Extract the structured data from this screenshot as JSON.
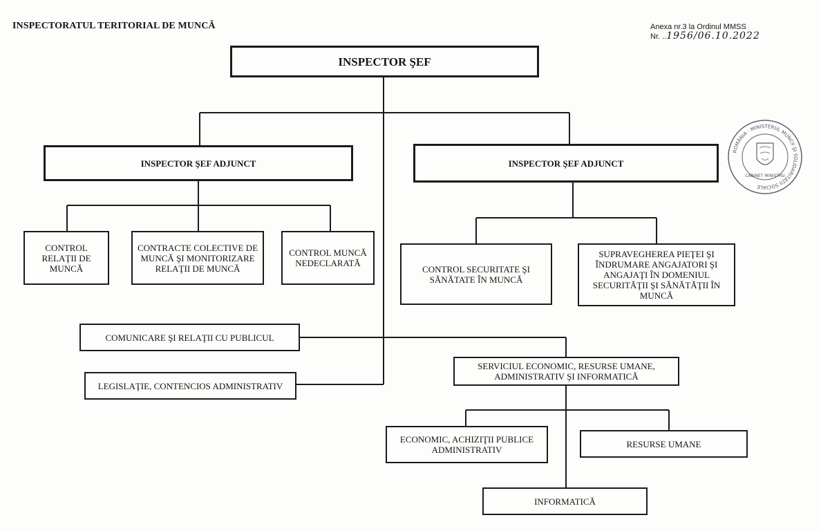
{
  "header": {
    "institution": "INSPECTORATUL TERITORIAL DE MUNCĂ",
    "annex_line": "Anexa nr.3 la Ordinul MMSS",
    "number_prefix": "Nr. ..",
    "number_handwritten": "1956/06.10.2022"
  },
  "org": {
    "chief": "INSPECTOR ŞEF",
    "deputy_left": "INSPECTOR ŞEF ADJUNCT",
    "deputy_right": "INSPECTOR ŞEF ADJUNCT",
    "control_relatii": "CONTROL RELAŢII DE MUNCĂ",
    "contracte": "CONTRACTE COLECTIVE DE MUNCĂ ŞI MONITORIZARE RELAŢII DE MUNCĂ",
    "nedeclarata": "CONTROL MUNCĂ NEDECLARATĂ",
    "securitate": "CONTROL SECURITATE ŞI SĂNĂTATE ÎN MUNCĂ",
    "supraveghere": "SUPRAVEGHEREA PIEŢEI ŞI ÎNDRUMARE ANGAJATORI ŞI ANGAJAŢI ÎN DOMENIUL SECURITĂŢII ŞI SĂNĂTĂŢII ÎN MUNCĂ",
    "comunicare": "COMUNICARE ŞI RELAŢII CU PUBLICUL",
    "legislatie": "LEGISLAŢIE, CONTENCIOS ADMINISTRATIV",
    "serviciu": "SERVICIUL ECONOMIC, RESURSE UMANE, ADMINISTRATIV ŞI INFORMATICĂ",
    "economic": "ECONOMIC, ACHIZIŢII PUBLICE ADMINISTRATIV",
    "resurse": "RESURSE UMANE",
    "informatica": "INFORMATICĂ"
  },
  "stamp": {
    "top_text": "ROMÂNIA",
    "ring_text": "MINISTERUL MUNCII ŞI SOLIDARITĂŢII SOCIALE",
    "inner_text": "CABINET MINISTRU",
    "color": "#2a2a4a"
  },
  "colors": {
    "line": "#1a1a1a",
    "text": "#141414",
    "paper": "#fdfdfb"
  }
}
